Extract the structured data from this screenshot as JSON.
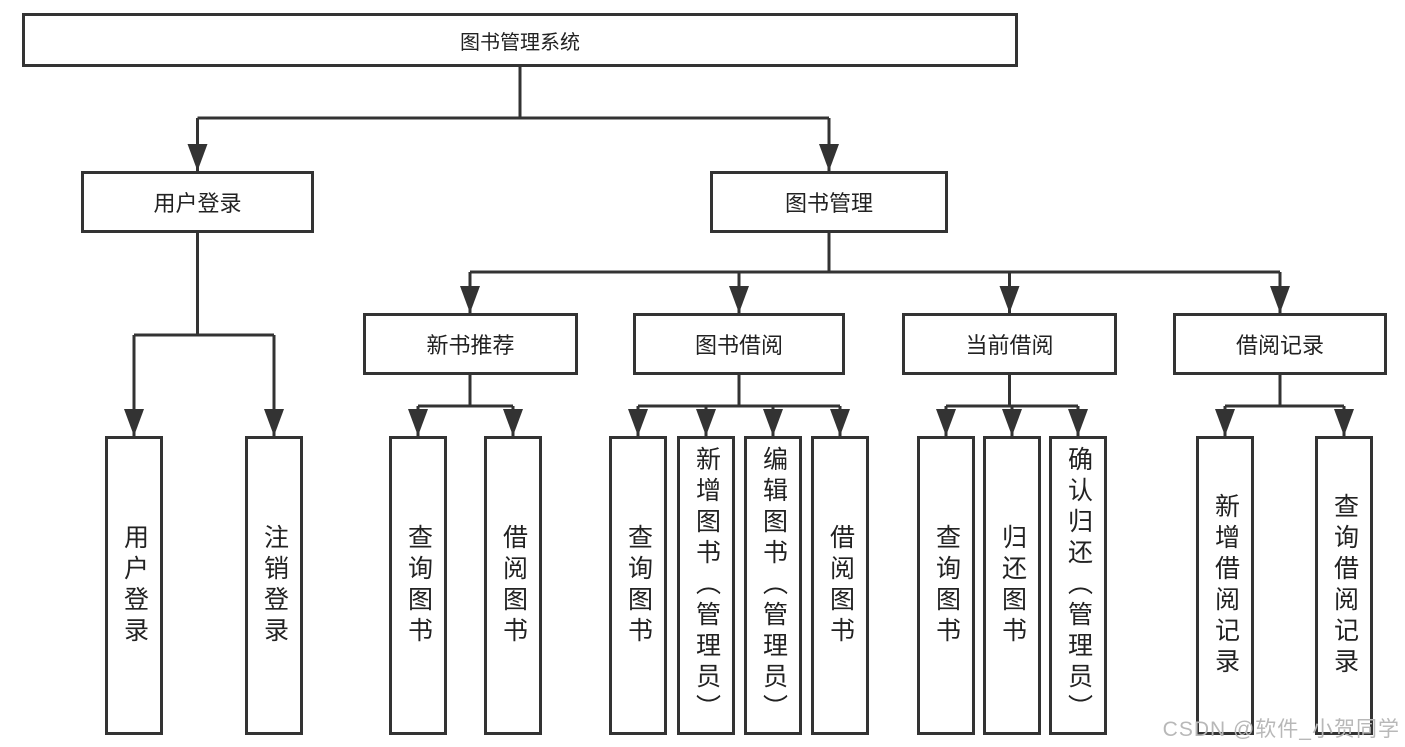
{
  "tree": {
    "root": {
      "label": "图书管理系统",
      "children": [
        {
          "label": "用户登录",
          "children": [
            {
              "label": "用户登录"
            },
            {
              "label": "注销登录"
            }
          ]
        },
        {
          "label": "图书管理",
          "children": [
            {
              "label": "新书推荐",
              "children": [
                {
                  "label": "查询图书"
                },
                {
                  "label": "借阅图书"
                }
              ]
            },
            {
              "label": "图书借阅",
              "children": [
                {
                  "label": "查询图书"
                },
                {
                  "label": "新增图书（管理员）"
                },
                {
                  "label": "编辑图书（管理员）"
                },
                {
                  "label": "借阅图书"
                }
              ]
            },
            {
              "label": "当前借阅",
              "children": [
                {
                  "label": "查询图书"
                },
                {
                  "label": "归还图书"
                },
                {
                  "label": "确认归还（管理员）"
                }
              ]
            },
            {
              "label": "借阅记录",
              "children": [
                {
                  "label": "新增借阅记录"
                },
                {
                  "label": "查询借阅记录"
                }
              ]
            }
          ]
        }
      ]
    }
  },
  "watermark": "CSDN @软件_小贺同学",
  "colors": {
    "line": "#333333",
    "text": "#222222",
    "box_background": "#ffffff",
    "watermark": "#b8b8b8"
  }
}
